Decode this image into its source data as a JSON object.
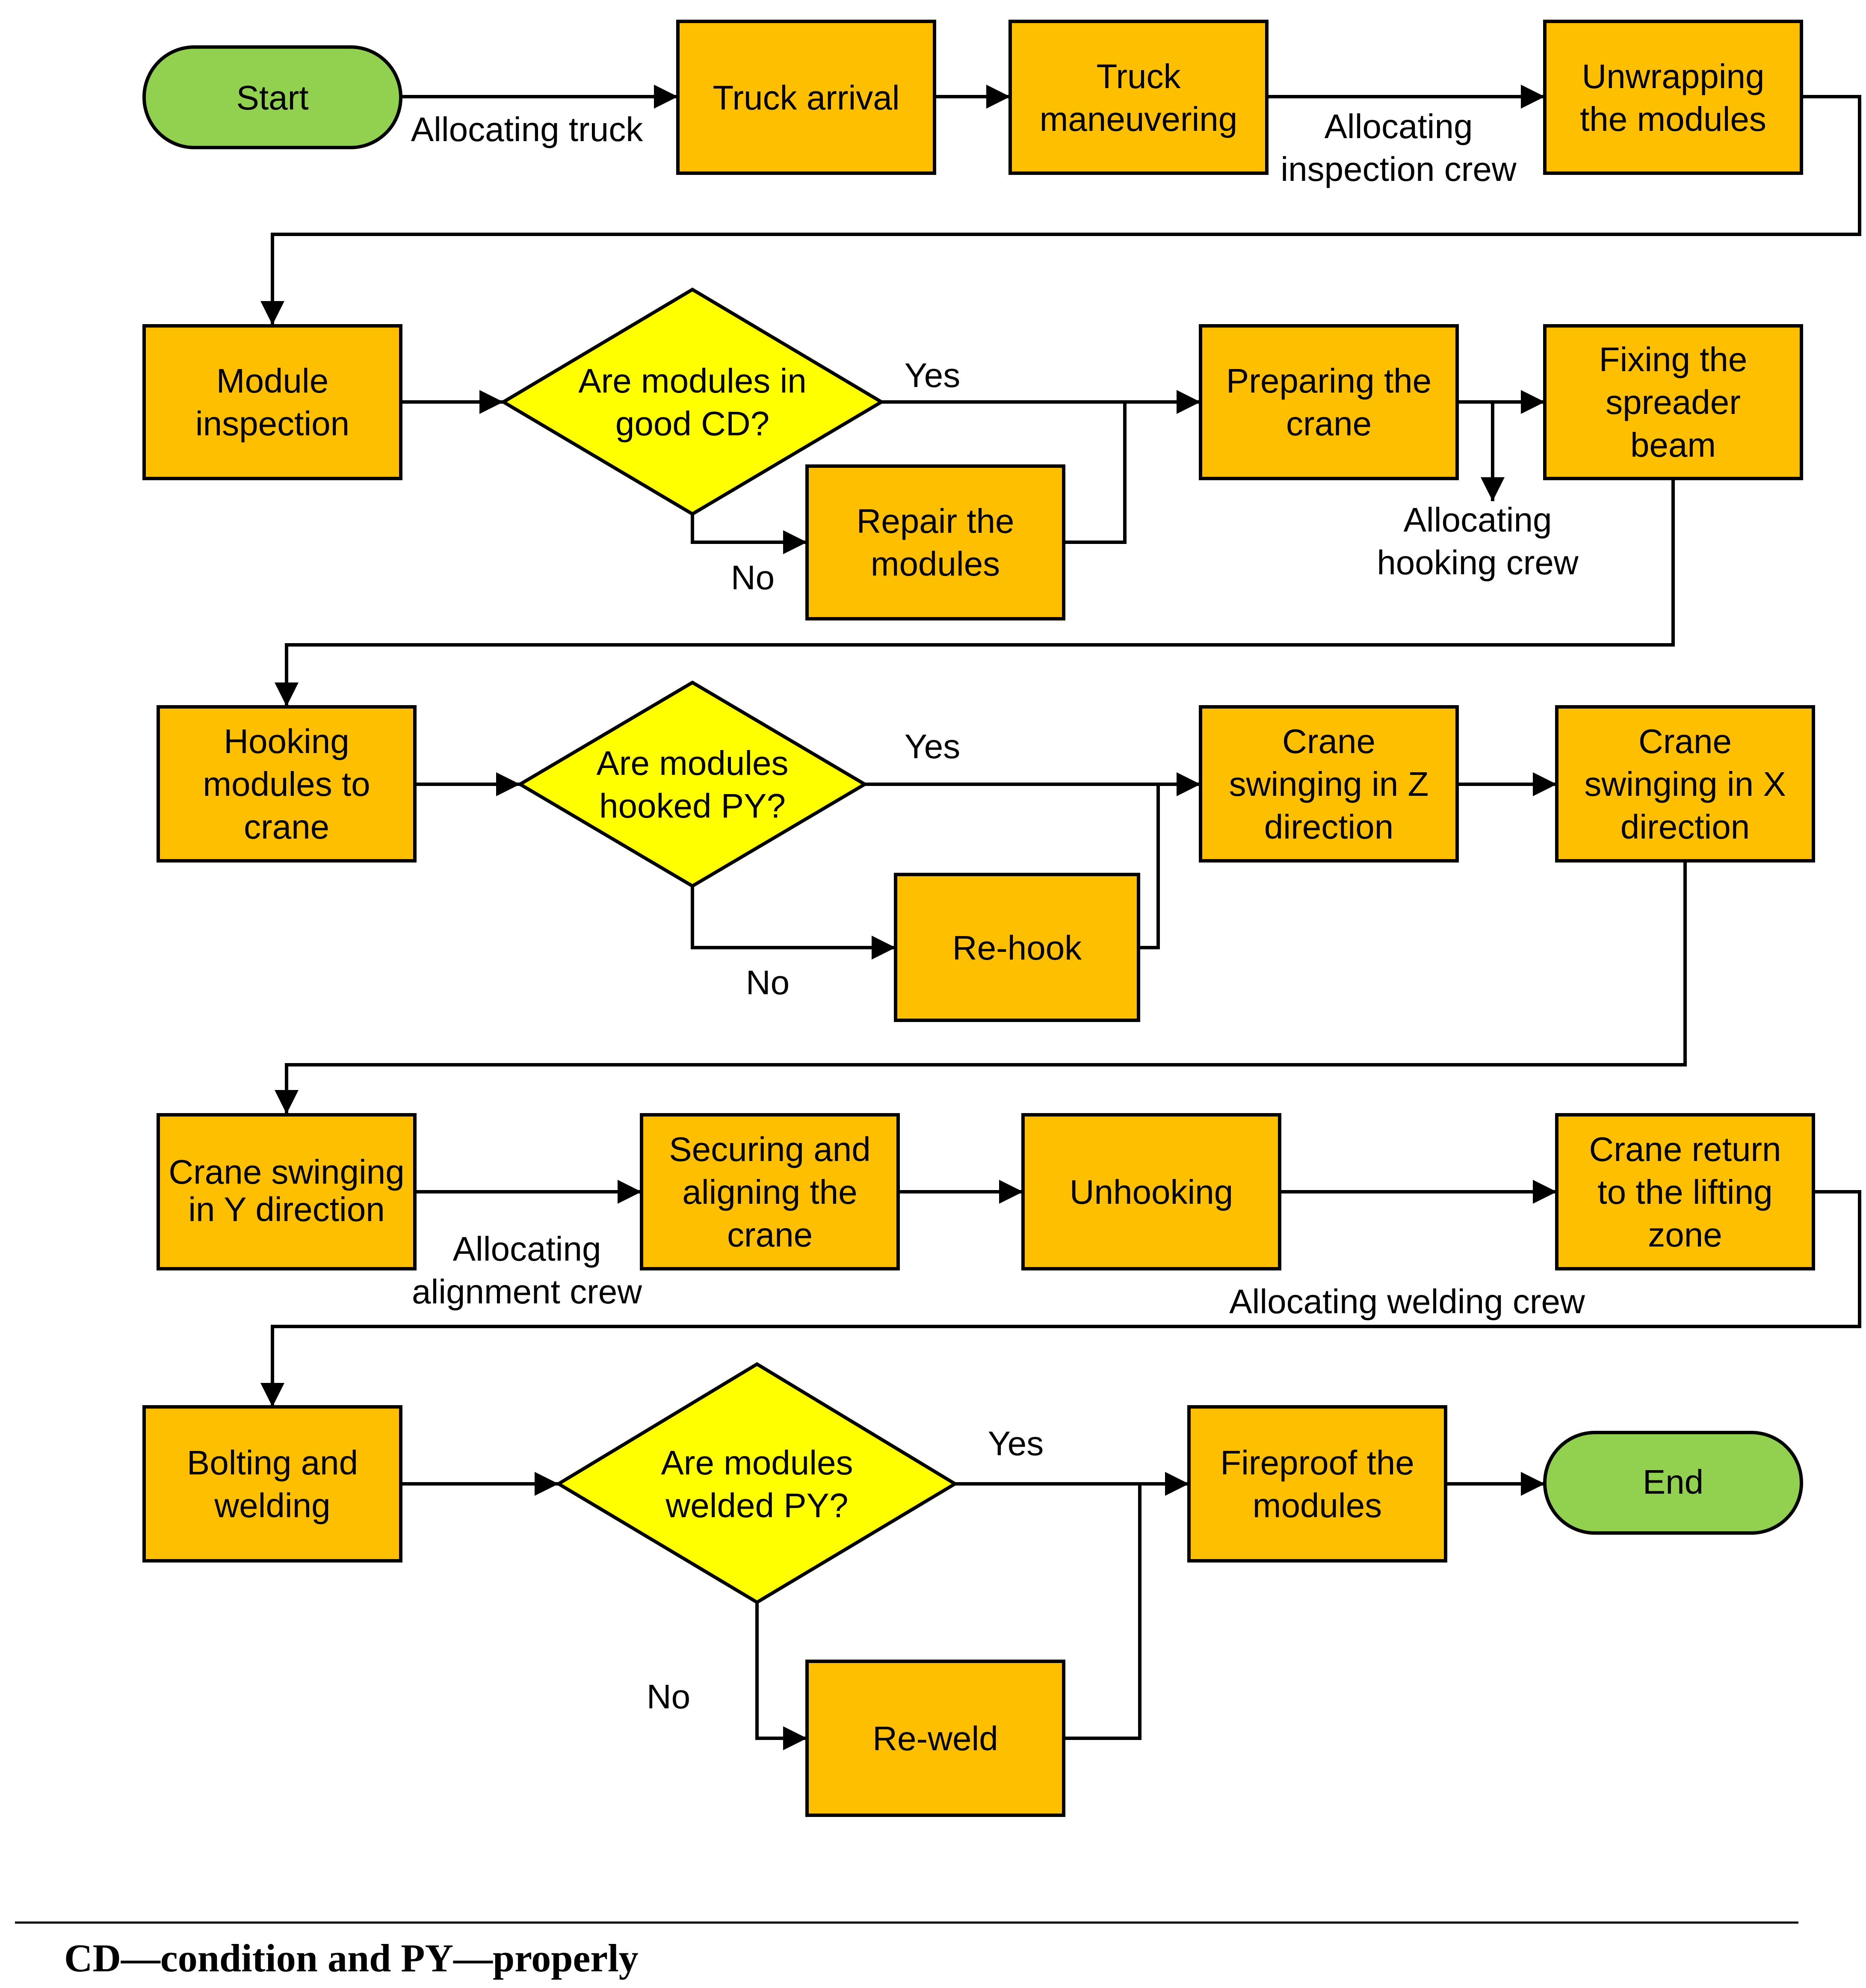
{
  "colors": {
    "process": "#FDBF00",
    "decision": "#FFFF00",
    "terminal": "#92D050",
    "stroke": "#000000"
  },
  "nodes": {
    "start": "Start",
    "truck_arrival": "Truck arrival",
    "truck_maneuvering": "Truck\nmaneuvering",
    "unwrapping": "Unwrapping\nthe modules",
    "module_inspection": "Module\ninspection",
    "decision_condition": "Are modules in\ngood CD?",
    "repair": "Repair the\nmodules",
    "preparing_crane": "Preparing the\ncrane",
    "fixing_spreader": "Fixing the\nspreader\nbeam",
    "hooking": "Hooking\nmodules to\ncrane",
    "decision_hooked": "Are modules\nhooked PY?",
    "rehook": "Re-hook",
    "swing_z": "Crane\nswinging in Z\ndirection",
    "swing_x": "Crane\nswinging in X\ndirection",
    "swing_y": "Crane swinging\nin Y direction",
    "securing": "Securing and\naligning the\ncrane",
    "unhooking": "Unhooking",
    "crane_return": "Crane return\nto the lifting\nzone",
    "bolting": "Bolting and\nwelding",
    "decision_welded": "Are modules\nwelded PY?",
    "reweld": "Re-weld",
    "fireproof": "Fireproof the\nmodules",
    "end": "End"
  },
  "edge_labels": {
    "allocating_truck": "Allocating truck",
    "allocating_inspection": "Allocating\ninspection crew",
    "yes_1": "Yes",
    "no_1": "No",
    "allocating_hooking": "Allocating\nhooking crew",
    "yes_2": "Yes",
    "no_2": "No",
    "allocating_alignment": "Allocating\nalignment crew",
    "allocating_welding": "Allocating welding crew",
    "yes_3": "Yes",
    "no_3": "No"
  },
  "footnote": "CD—condition and PY—properly"
}
